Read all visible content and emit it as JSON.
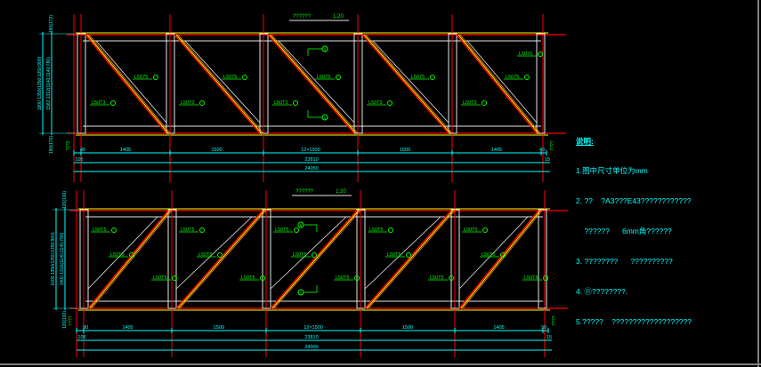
{
  "panels": [
    {
      "id": "top",
      "title": "??????",
      "scale": "1:20",
      "dim_row1": [
        "40",
        "1405",
        "1500",
        "12×1500",
        "1500",
        "1405",
        "40"
      ],
      "dim_row2": [
        "105",
        "23810",
        "15"
      ],
      "dim_row3": "24050",
      "left_dims": [
        "180(172)",
        "1800 1350(1350;1350;900)",
        "1582 1312(1140;1140;780)",
        "180(170)"
      ],
      "left_mark": "?2?2",
      "right_mark": "????",
      "labels": [
        "L5075",
        "L50T3",
        "L5075",
        "L50T3",
        "L5075",
        "L50T3",
        "L5075",
        "L50T3",
        "L5070",
        "L5075",
        "L50T3"
      ],
      "callouts": [
        "1",
        "1"
      ]
    },
    {
      "id": "bottom",
      "title": "??????",
      "scale": "1:20",
      "dim_row1": [
        "90",
        "1405",
        "1500",
        "12×1500",
        "1500",
        "1405",
        "90"
      ],
      "dim_row2": [
        "105",
        "23810",
        "15"
      ],
      "dim_row3": "24000",
      "left_dims": [
        "120(100)",
        "1600 1350(1350;1350;900)",
        "1400 1310(1140;1140;780)",
        "120(100)"
      ],
      "left_mark": "????",
      "right_mark": "????",
      "labels": [
        "L50T5",
        "L50T5",
        "L50T5",
        "L50T5",
        "L50T5",
        "L50T5",
        "L50T5",
        "L50T5",
        "L50T5",
        "L50T5",
        "L50T5",
        "L50T5",
        "L50T5",
        "L50T5",
        "L50T5"
      ],
      "callouts": [
        "5",
        "7"
      ]
    }
  ],
  "notes": [
    "说明:",
    "1.图中尺寸单位为mm",
    "2. ??    ?A3???E43????????????",
    "    ??????      6mm角??????",
    "3. ????????      ??????????",
    "4. ⑪????????.",
    "5.?????    ???????????????????"
  ],
  "colors": {
    "red": "#ff0000",
    "white": "#e6e6e6",
    "yellow": "#ffff00",
    "orange": "#ff8000",
    "green": "#00ff00",
    "cyan": "#00ffff"
  }
}
